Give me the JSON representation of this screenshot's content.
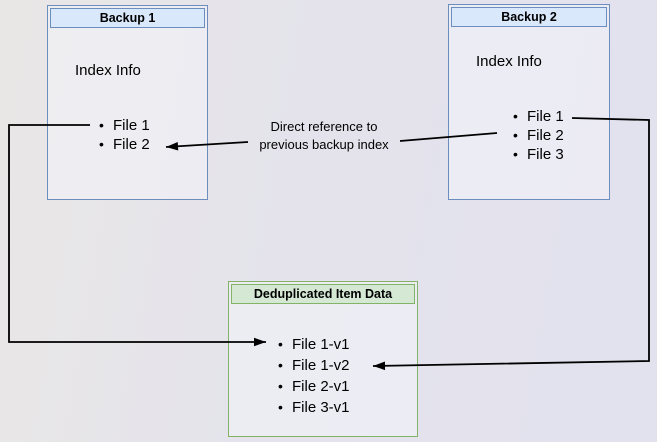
{
  "colors": {
    "blue_fill": "#dae8fc",
    "blue_border": "#6c8ebf",
    "green_fill": "#d5e8d4",
    "green_border": "#82b366",
    "line_color": "#000000"
  },
  "boxes": {
    "backup1": {
      "title": "Backup 1",
      "subtitle": "Index Info",
      "items": [
        "File 1",
        "File 2"
      ]
    },
    "backup2": {
      "title": "Backup 2",
      "subtitle": "Index Info",
      "items": [
        "File 1",
        "File 2",
        "File 3"
      ]
    },
    "dedup": {
      "title": "Deduplicated Item Data",
      "items": [
        "File 1-v1",
        "File 1-v2",
        "File 2-v1",
        "File 3-v1"
      ]
    }
  },
  "annotation": {
    "lines": [
      "Direct reference to",
      "previous backup index"
    ]
  },
  "bullet_glyph": "•"
}
